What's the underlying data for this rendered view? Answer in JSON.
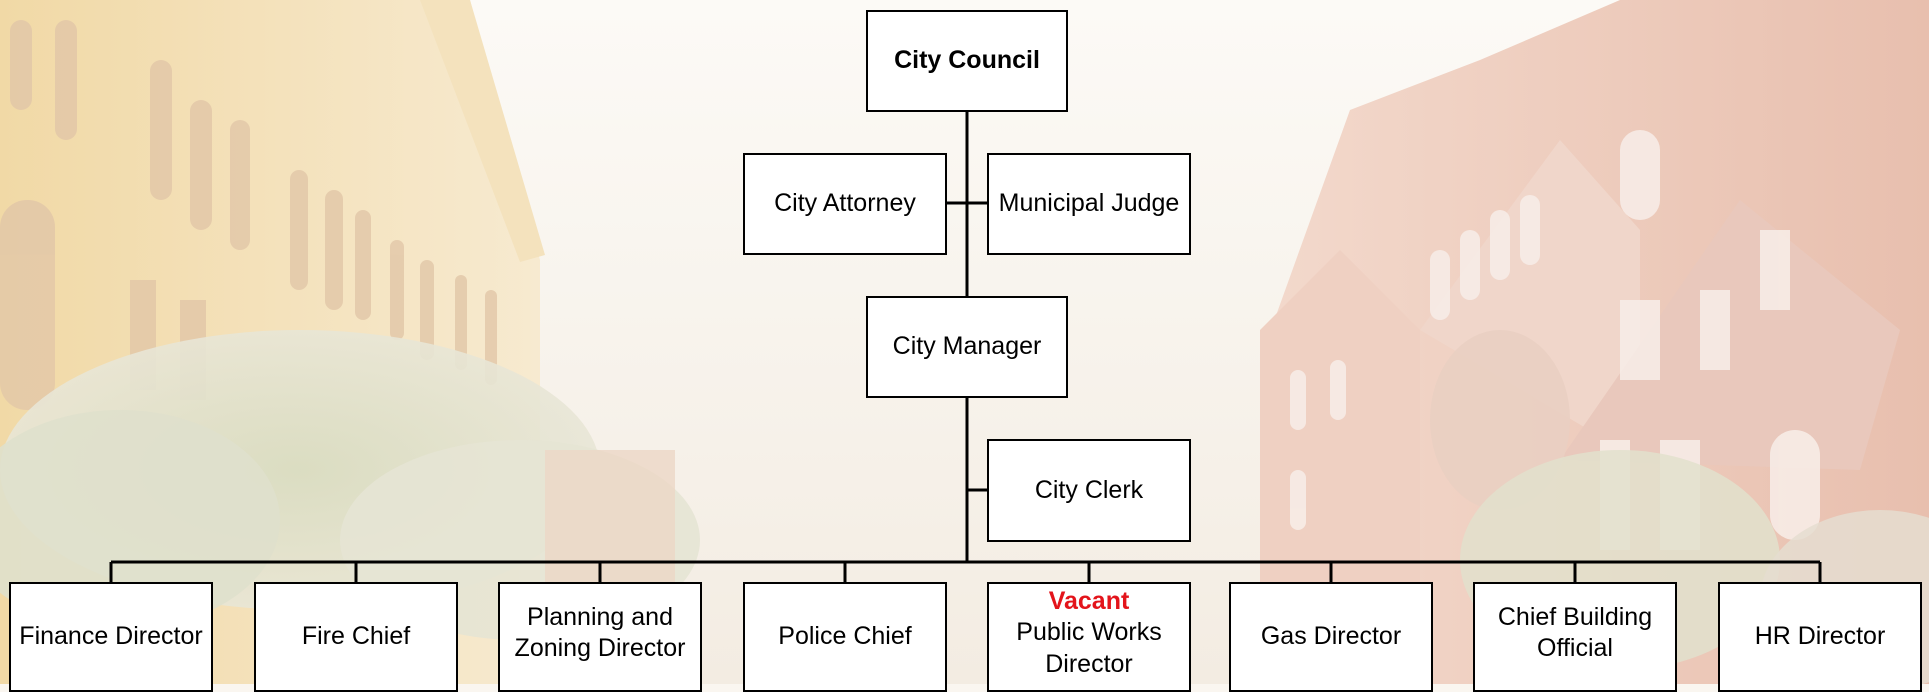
{
  "colors": {
    "box_fill": "#ffffff",
    "box_border": "#000000",
    "connector": "#000000",
    "vacant_text": "#e3141b"
  },
  "background": {
    "description_icon": "city-buildings-photo"
  },
  "chart": {
    "top": {
      "council": "City Council"
    },
    "advisors": {
      "attorney": "City Attorney",
      "judge": "Municipal Judge"
    },
    "manager": "City Manager",
    "clerk": "City Clerk",
    "departments": {
      "finance": "Finance Director",
      "fire": "Fire Chief",
      "planning_line1": "Planning and",
      "planning_line2": "Zoning Director",
      "police": "Police Chief",
      "public_works_status": "Vacant",
      "public_works_line1": "Public Works",
      "public_works_line2": "Director",
      "gas": "Gas Director",
      "building_line1": "Chief Building",
      "building_line2": "Official",
      "hr": "HR Director"
    }
  }
}
